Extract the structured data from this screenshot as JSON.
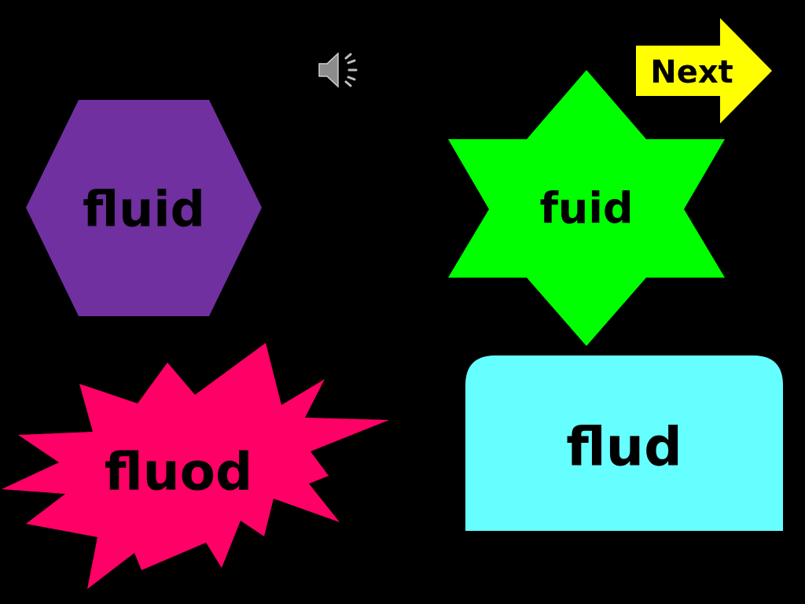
{
  "slide": {
    "background_color": "#000000",
    "audio_icon": "speaker-icon",
    "next_button": {
      "label": "Next",
      "color": "#ffff00",
      "icon": "right-arrow-icon"
    },
    "answer_choices": [
      {
        "word": "fluid",
        "shape": "hexagon",
        "color": "#7030a0"
      },
      {
        "word": "fuid",
        "shape": "six-point-star",
        "color": "#00ff00"
      },
      {
        "word": "fluod",
        "shape": "explosion",
        "color": "#ff0066"
      },
      {
        "word": "flud",
        "shape": "rounded-top-rectangle",
        "color": "#66ffff"
      }
    ]
  }
}
